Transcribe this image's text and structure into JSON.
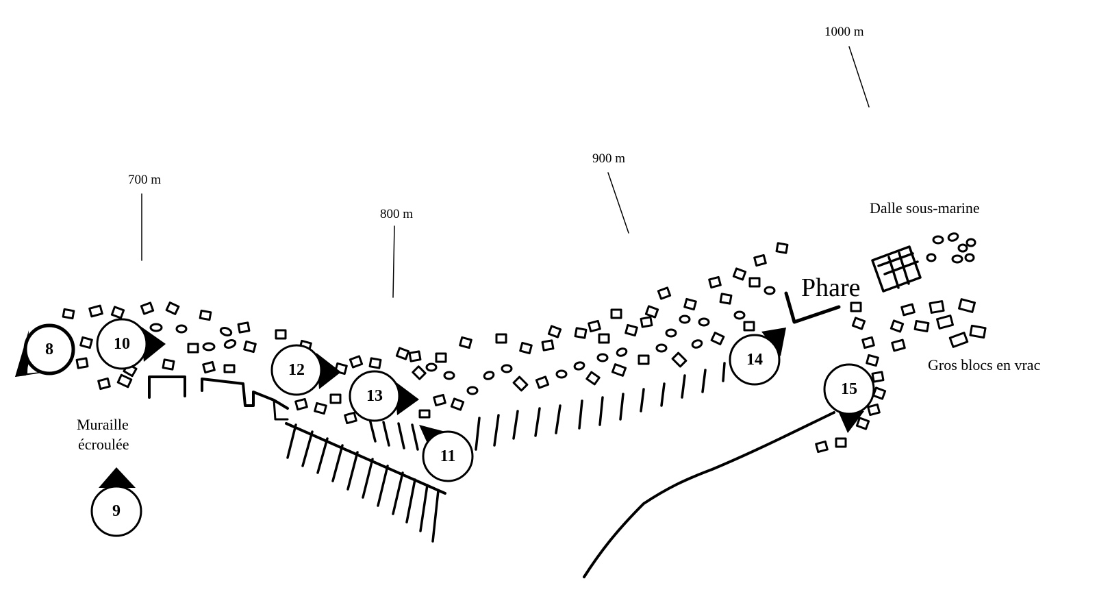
{
  "distance_labels": [
    "700 m",
    "800 m",
    "900 m",
    "1000 m"
  ],
  "place_labels": {
    "phare": "Phare",
    "dalle": "Dalle sous-marine",
    "gros_blocs": "Gros blocs en vrac",
    "muraille_line1": "Muraille",
    "muraille_line2": "écroulée"
  },
  "markers": [
    {
      "id": "8"
    },
    {
      "id": "9"
    },
    {
      "id": "10"
    },
    {
      "id": "11"
    },
    {
      "id": "12"
    },
    {
      "id": "13"
    },
    {
      "id": "14"
    },
    {
      "id": "15"
    }
  ]
}
